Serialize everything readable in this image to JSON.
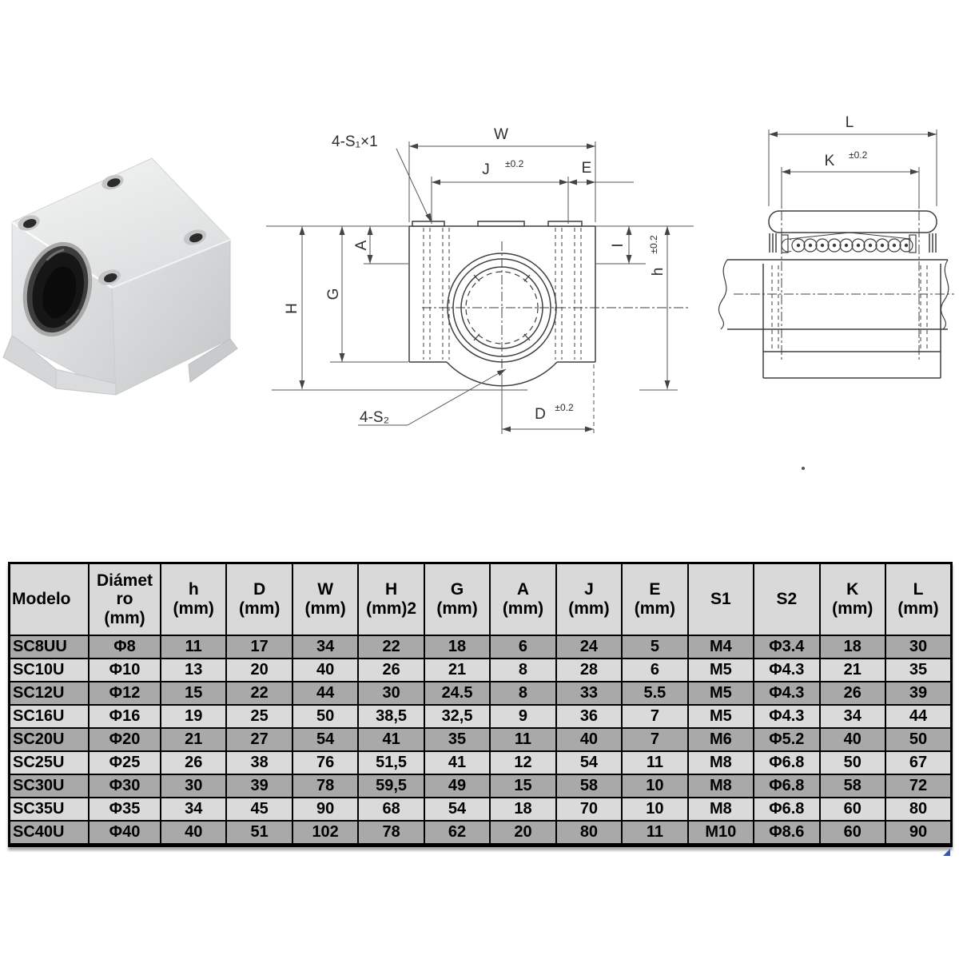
{
  "drawing": {
    "front_view": {
      "screws_top_label": "4-S₁×1",
      "screws_bottom_label": "4-S₂",
      "dim_w": "W",
      "dim_j": "J",
      "dim_j_tol": "±0.2",
      "dim_e": "E",
      "dim_a": "A",
      "dim_h_total": "H",
      "dim_g": "G",
      "dim_i": "I",
      "dim_h_small": "h",
      "dim_h_small_tol": "±0.2",
      "dim_d": "D",
      "dim_d_tol": "±0.2"
    },
    "side_view": {
      "dim_l": "L",
      "dim_k": "K",
      "dim_k_tol": "±0.2"
    }
  },
  "table": {
    "styles": {
      "header_bg": "#d9d9d9",
      "row_dark": "#a9a9a9",
      "row_light": "#dadada",
      "border": "#000000"
    },
    "columns": [
      {
        "label": "Modelo"
      },
      {
        "label": "Diámet\nro\n(mm)"
      },
      {
        "label": "h\n(mm)"
      },
      {
        "label": "D\n(mm)"
      },
      {
        "label": "W\n(mm)"
      },
      {
        "label": "H\n(mm)2"
      },
      {
        "label": "G\n(mm)"
      },
      {
        "label": "A\n(mm)"
      },
      {
        "label": "J\n(mm)"
      },
      {
        "label": "E\n(mm)"
      },
      {
        "label": "S1"
      },
      {
        "label": "S2"
      },
      {
        "label": "K\n(mm)"
      },
      {
        "label": "L\n(mm)"
      }
    ],
    "rows": [
      [
        "SC8UU",
        "Φ8",
        "11",
        "17",
        "34",
        "22",
        "18",
        "6",
        "24",
        "5",
        "M4",
        "Φ3.4",
        "18",
        "30"
      ],
      [
        "SC10U",
        "Φ10",
        "13",
        "20",
        "40",
        "26",
        "21",
        "8",
        "28",
        "6",
        "M5",
        "Φ4.3",
        "21",
        "35"
      ],
      [
        "SC12U",
        "Φ12",
        "15",
        "22",
        "44",
        "30",
        "24.5",
        "8",
        "33",
        "5.5",
        "M5",
        "Φ4.3",
        "26",
        "39"
      ],
      [
        "SC16U",
        "Φ16",
        "19",
        "25",
        "50",
        "38,5",
        "32,5",
        "9",
        "36",
        "7",
        "M5",
        "Φ4.3",
        "34",
        "44"
      ],
      [
        "SC20U",
        "Φ20",
        "21",
        "27",
        "54",
        "41",
        "35",
        "11",
        "40",
        "7",
        "M6",
        "Φ5.2",
        "40",
        "50"
      ],
      [
        "SC25U",
        "Φ25",
        "26",
        "38",
        "76",
        "51,5",
        "41",
        "12",
        "54",
        "11",
        "M8",
        "Φ6.8",
        "50",
        "67"
      ],
      [
        "SC30U",
        "Φ30",
        "30",
        "39",
        "78",
        "59,5",
        "49",
        "15",
        "58",
        "10",
        "M8",
        "Φ6.8",
        "58",
        "72"
      ],
      [
        "SC35U",
        "Φ35",
        "34",
        "45",
        "90",
        "68",
        "54",
        "18",
        "70",
        "10",
        "M8",
        "Φ6.8",
        "60",
        "80"
      ],
      [
        "SC40U",
        "Φ40",
        "40",
        "51",
        "102",
        "78",
        "62",
        "20",
        "80",
        "11",
        "M10",
        "Φ8.6",
        "60",
        "90"
      ]
    ]
  }
}
